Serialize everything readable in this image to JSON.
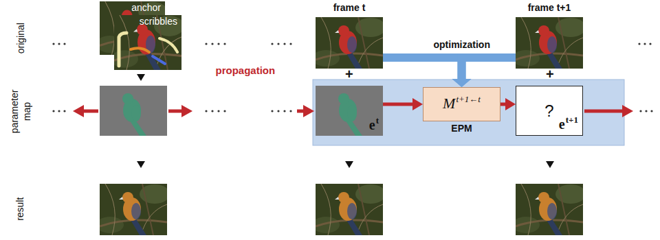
{
  "diagram": {
    "nodes": [
      {
        "text": [
          "anchor"
        ]
      },
      {
        "text": [
          "scribbles"
        ]
      },
      {
        "text": [
          "frame t"
        ]
      },
      {
        "text": [
          "frame t+1"
        ]
      },
      {
        "text": [
          "e",
          "t"
        ]
      },
      {
        "text": [
          "M",
          "t+1←t",
          "EPM"
        ]
      },
      {
        "text": [
          "?",
          "e",
          "t+1"
        ]
      }
    ],
    "edges": [
      {
        "from": 2,
        "to": 5,
        "arrow": "to",
        "label": "optimization"
      },
      {
        "from": 3,
        "to": 5,
        "arrow": "to"
      },
      {
        "from": 4,
        "to": 5,
        "arrow": "to"
      },
      {
        "from": 5,
        "to": 6,
        "arrow": "to"
      }
    ],
    "labels": [
      "original",
      "parameter map",
      "result",
      "propagation",
      "+",
      "+"
    ]
  }
}
